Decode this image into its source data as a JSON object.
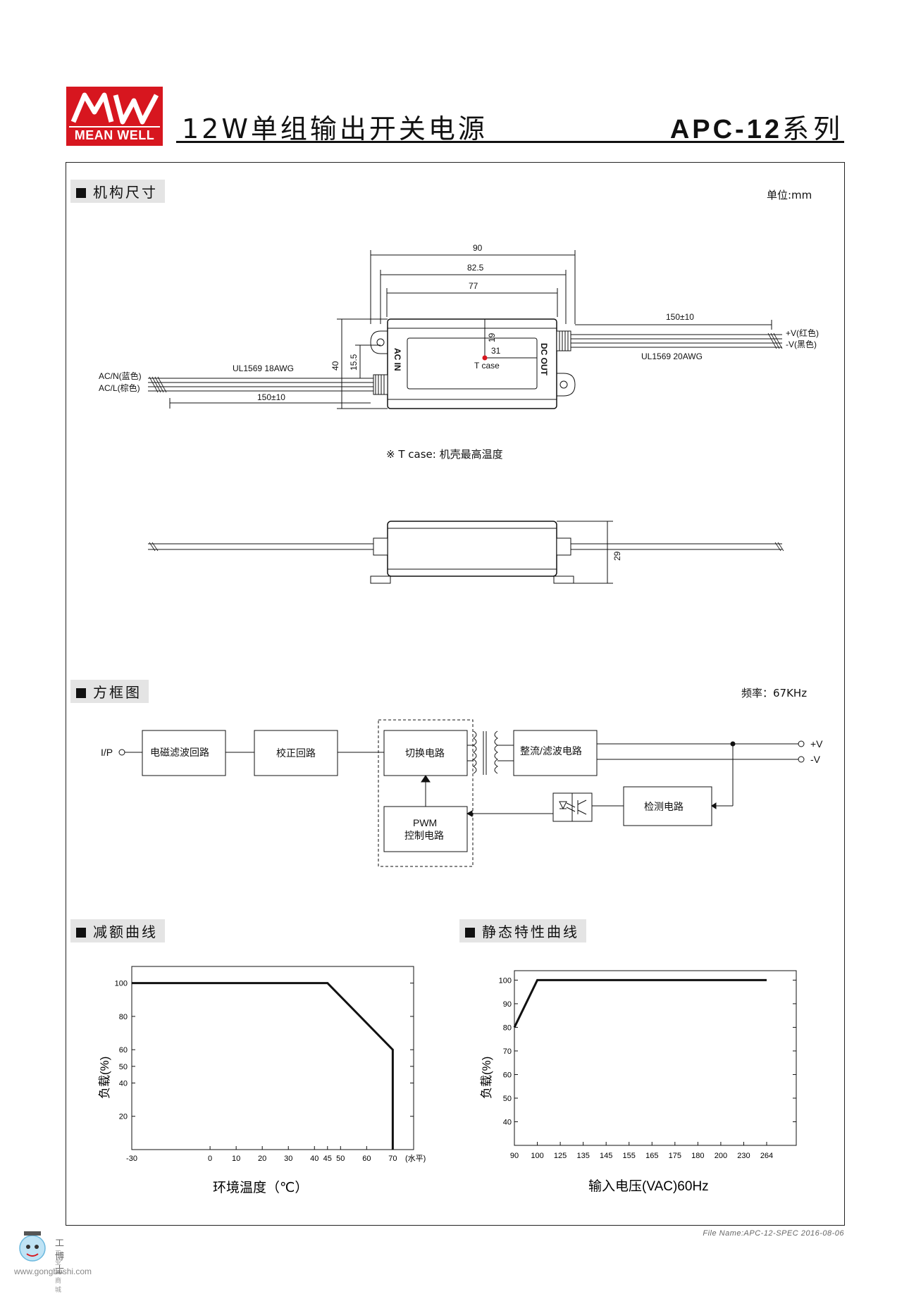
{
  "header": {
    "logo_mark": "MW",
    "logo_text": "MEAN WELL",
    "title": "12W单组输出开关电源",
    "series_code": "APC-12",
    "series_suffix": "系列"
  },
  "mechanical": {
    "section_title": "机构尺寸",
    "unit": "单位:mm",
    "dims": {
      "overall": "90",
      "mid": "82.5",
      "inner": "77",
      "lead_out": "150±10",
      "lead_in": "150±10",
      "height": "40",
      "mount": "15.5",
      "tcase_y": "19",
      "tcase_x": "31",
      "side_height": "29"
    },
    "tcase_label": "T case",
    "input_wire": "UL1569  18AWG",
    "output_wire": "UL1569  20AWG",
    "ac_n": "AC/N(蓝色)",
    "ac_l": "AC/L(棕色)",
    "v_plus": "+V(红色)",
    "v_minus": "-V(黑色)",
    "ac_in_label": "AC IN",
    "dc_out_label": "DC OUT",
    "tcase_note": "※ T case: 机壳最高温度"
  },
  "block_diagram": {
    "section_title": "方框图",
    "frequency": "频率：67KHz",
    "ip_label": "I/P",
    "blocks": {
      "emi": "电磁滤波回路",
      "pfc": "校正回路",
      "switch": "切换电路",
      "rectifier": "整流/滤波电路",
      "pwm_title": "PWM",
      "pwm_sub": "控制电路",
      "detect": "检测电路"
    },
    "out_plus": "+V",
    "out_minus": "-V"
  },
  "derating": {
    "section_title": "减额曲线",
    "xlabel": "环境温度（℃）",
    "ylabel": "负载(%)",
    "xunit": "(水平)"
  },
  "static": {
    "section_title": "静态特性曲线",
    "xlabel": "输入电压(VAC)60Hz",
    "ylabel": "负载(%)"
  },
  "chart_data": [
    {
      "type": "line",
      "name": "derating",
      "x_ticks": [
        "-30",
        "0",
        "10",
        "20",
        "30",
        "40",
        "45",
        "50",
        "60",
        "70"
      ],
      "x_tick_values": [
        -30,
        0,
        10,
        20,
        30,
        40,
        45,
        50,
        60,
        70
      ],
      "y_ticks": [
        "20",
        "40",
        "50",
        "60",
        "80",
        "100"
      ],
      "y_tick_values": [
        20,
        40,
        50,
        60,
        80,
        100
      ],
      "x": [
        -30,
        45,
        70,
        70
      ],
      "y": [
        100,
        100,
        60,
        0
      ],
      "xlim": [
        -30,
        78
      ],
      "ylim": [
        0,
        110
      ]
    },
    {
      "type": "line",
      "name": "static",
      "x_ticks": [
        "90",
        "100",
        "125",
        "135",
        "145",
        "155",
        "165",
        "175",
        "180",
        "200",
        "230",
        "264"
      ],
      "y_ticks": [
        "40",
        "50",
        "60",
        "70",
        "80",
        "90",
        "100"
      ],
      "y_tick_values": [
        40,
        50,
        60,
        70,
        80,
        90,
        100
      ],
      "x": [
        "90",
        "100",
        "264"
      ],
      "y": [
        80,
        100,
        100
      ],
      "ylim": [
        30,
        104
      ]
    }
  ],
  "footer": {
    "file_name": "File Name:APC-12-SPEC   2016-08-06",
    "watermark_name": "工博士",
    "watermark_sub": "工业品商城",
    "watermark_url": "www.gongboshi.com"
  }
}
